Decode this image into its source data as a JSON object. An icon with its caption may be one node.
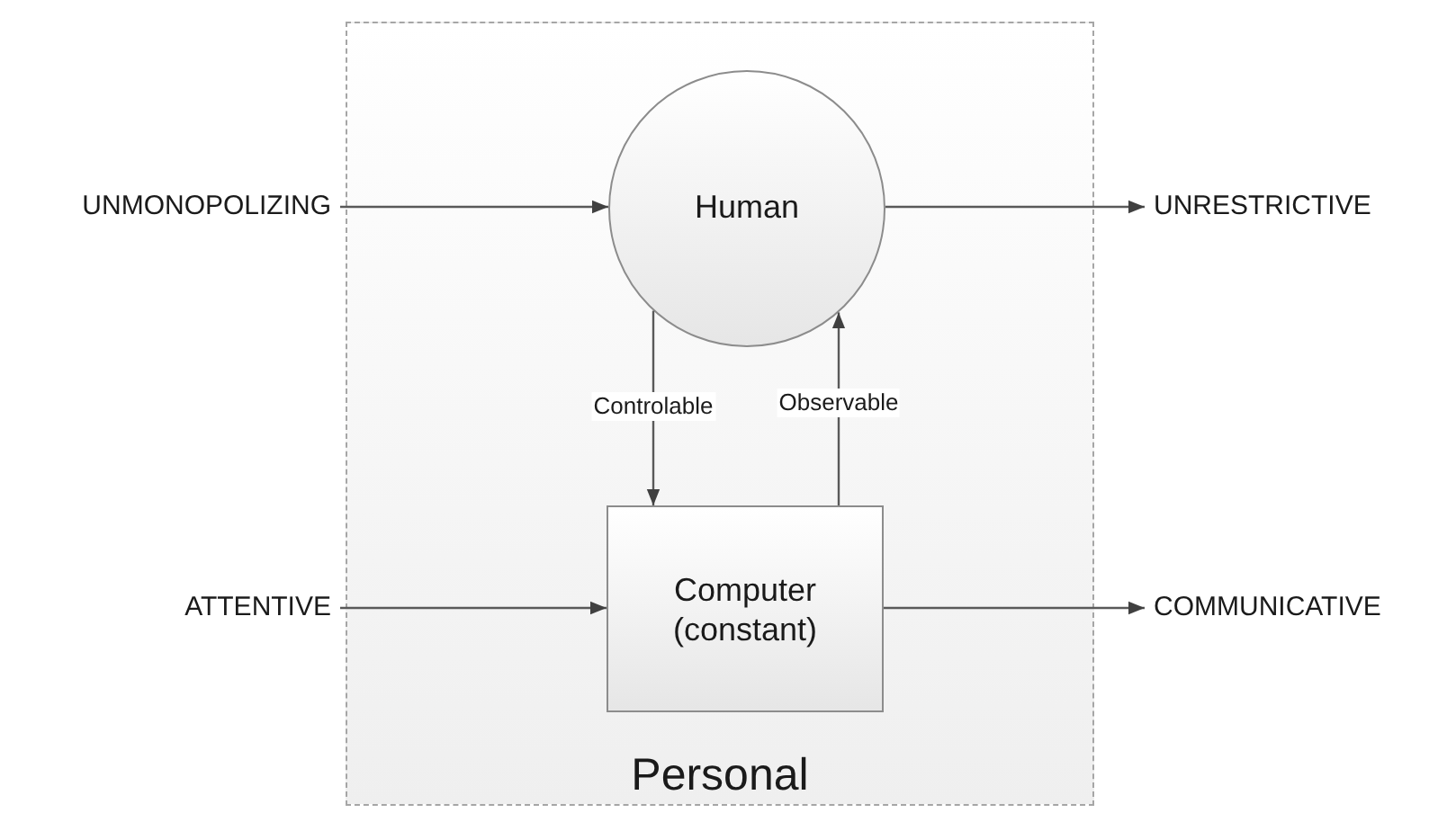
{
  "diagram": {
    "nodes": [
      {
        "text": [
          "Personal"
        ]
      },
      {
        "text": [
          "Human"
        ],
        "in": 0
      },
      {
        "text": [
          "Computer (constant)"
        ],
        "in": 0
      },
      {
        "text": [
          "UNMONOPOLIZING"
        ]
      },
      {
        "text": [
          "ATTENTIVE"
        ]
      },
      {
        "text": [
          "UNRESTRICTIVE"
        ]
      },
      {
        "text": [
          "COMMUNICATIVE"
        ]
      }
    ],
    "edges": [
      {
        "from": 3,
        "to": 1,
        "arrow": "to"
      },
      {
        "from": 1,
        "to": 5,
        "arrow": "to"
      },
      {
        "from": 1,
        "to": 2,
        "arrow": "to",
        "label": "Controlable"
      },
      {
        "from": 2,
        "to": 1,
        "arrow": "to",
        "label": "Observable"
      },
      {
        "from": 4,
        "to": 2,
        "arrow": "to"
      },
      {
        "from": 2,
        "to": 6,
        "arrow": "to"
      }
    ]
  }
}
